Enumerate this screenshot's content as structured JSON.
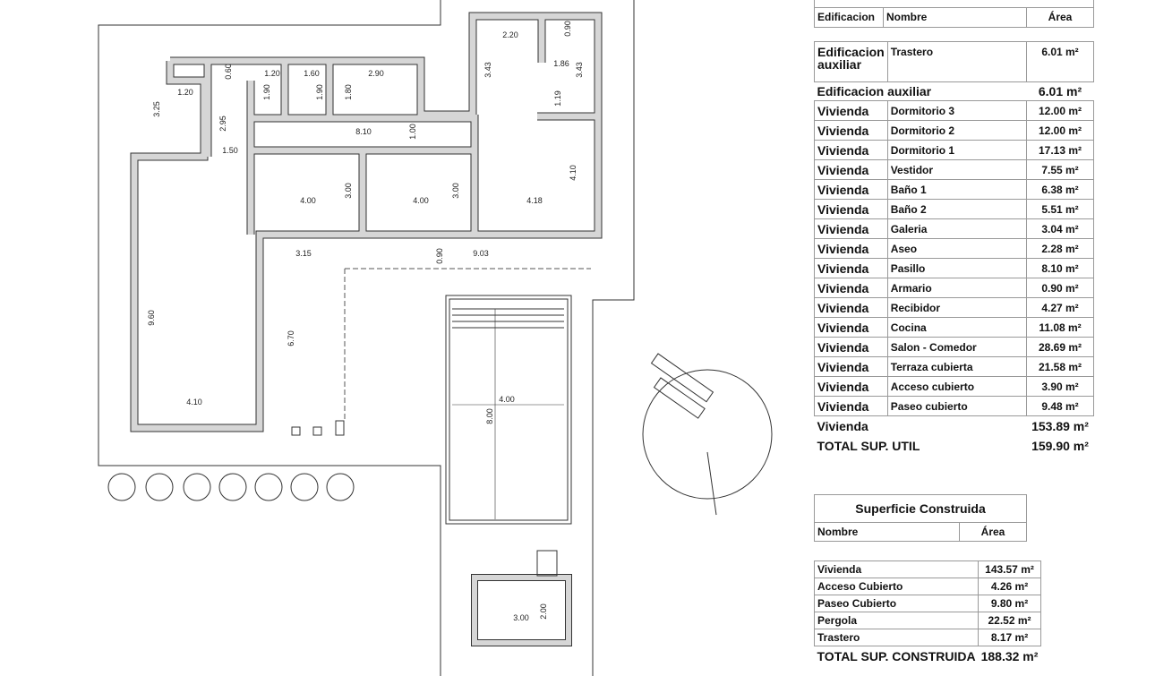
{
  "util_header": {
    "col1": "Edificacion",
    "col2": "Nombre",
    "col3": "Área"
  },
  "auxiliar": {
    "group": "Edificacion auxiliar",
    "name": "Trastero",
    "area": "6.01 m²",
    "subtotal_label": "Edificacion auxiliar",
    "subtotal": "6.01 m²"
  },
  "vivienda_rows": [
    {
      "group": "Vivienda",
      "name": "Dormitorio 3",
      "area": "12.00 m²"
    },
    {
      "group": "Vivienda",
      "name": "Dormitorio 2",
      "area": "12.00 m²"
    },
    {
      "group": "Vivienda",
      "name": "Dormitorio 1",
      "area": "17.13 m²"
    },
    {
      "group": "Vivienda",
      "name": "Vestidor",
      "area": "7.55 m²"
    },
    {
      "group": "Vivienda",
      "name": "Baño 1",
      "area": "6.38 m²"
    },
    {
      "group": "Vivienda",
      "name": "Baño 2",
      "area": "5.51 m²"
    },
    {
      "group": "Vivienda",
      "name": "Galeria",
      "area": "3.04 m²"
    },
    {
      "group": "Vivienda",
      "name": "Aseo",
      "area": "2.28 m²"
    },
    {
      "group": "Vivienda",
      "name": "Pasillo",
      "area": "8.10 m²"
    },
    {
      "group": "Vivienda",
      "name": "Armario",
      "area": "0.90 m²"
    },
    {
      "group": "Vivienda",
      "name": "Recibidor",
      "area": "4.27 m²"
    },
    {
      "group": "Vivienda",
      "name": "Cocina",
      "area": "11.08 m²"
    },
    {
      "group": "Vivienda",
      "name": "Salon - Comedor",
      "area": "28.69 m²"
    },
    {
      "group": "Vivienda",
      "name": "Terraza cubierta",
      "area": "21.58 m²"
    },
    {
      "group": "Vivienda",
      "name": "Acceso cubierto",
      "area": "3.90 m²"
    },
    {
      "group": "Vivienda",
      "name": "Paseo cubierto",
      "area": "9.48 m²"
    }
  ],
  "vivienda_subtotal": {
    "label": "Vivienda",
    "value": "153.89 m²"
  },
  "total_util": {
    "label": "TOTAL SUP. UTIL",
    "value": "159.90 m²"
  },
  "construida": {
    "title": "Superficie Construida",
    "col1": "Nombre",
    "col2": "Área",
    "rows": [
      {
        "name": "Vivienda",
        "area": "143.57 m²"
      },
      {
        "name": "Acceso Cubierto",
        "area": "4.26 m²"
      },
      {
        "name": "Paseo Cubierto",
        "area": "9.80 m²"
      },
      {
        "name": "Pergola",
        "area": "22.52 m²"
      },
      {
        "name": "Trastero",
        "area": "8.17 m²"
      }
    ],
    "total_label": "TOTAL SUP. CONSTRUIDA",
    "total": "188.32 m²"
  },
  "dimensions": [
    "2.20",
    "0.90",
    "1.86",
    "3.43",
    "3.43",
    "1.19",
    "0.60",
    "1.20",
    "1.60",
    "2.90",
    "1.90",
    "1.90",
    "1.80",
    "3.25",
    "1.20",
    "2.95",
    "8.10",
    "1.00",
    "1.50",
    "4.00",
    "3.00",
    "4.00",
    "3.00",
    "4.18",
    "4.10",
    "3.15",
    "0.90",
    "9.03",
    "9.60",
    "6.70",
    "4.10",
    "4.00",
    "8.00",
    "3.00",
    "2.00"
  ]
}
